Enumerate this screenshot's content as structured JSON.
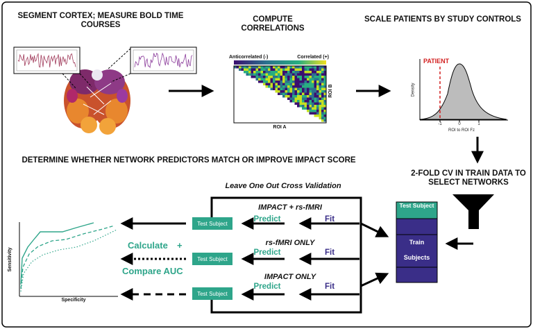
{
  "headings": {
    "segment": "SEGMENT CORTEX; MEASURE BOLD TIME COURSES",
    "correlations": "COMPUTE CORRELATIONS",
    "scale": "SCALE PATIENTS BY STUDY CONTROLS",
    "determine": "DETERMINE WHETHER NETWORK PREDICTORS MATCH OR IMPROVE IMPACT SCORE",
    "cv": "2-FOLD CV IN TRAIN DATA TO SELECT NETWORKS",
    "loocv": "Leave One Out Cross Validation"
  },
  "correlation_matrix": {
    "anticorrelated_label": "Anticorrelated (-)",
    "correlated_label": "Correlated (+)",
    "roi_a": "ROI A",
    "roi_b": "ROI B",
    "colors": [
      "#3b0f70",
      "#2c728e",
      "#28ae80",
      "#c8e020"
    ]
  },
  "density_plot": {
    "patient_label": "PATIENT",
    "ylabel": "Density",
    "xlabel": "ROI to ROI Fz",
    "ticks": [
      "-1",
      "0",
      "1"
    ]
  },
  "models": [
    {
      "name": "IMPACT + rs-fMRI",
      "predict": "Predict",
      "fit": "Fit",
      "subject": "Test Subject"
    },
    {
      "name": "rs-fMRI ONLY",
      "predict": "Predict",
      "fit": "Fit",
      "subject": "Test Subject"
    },
    {
      "name": "IMPACT ONLY",
      "predict": "Predict",
      "fit": "Fit",
      "subject": "Test Subject"
    }
  ],
  "split": {
    "test": "Test Subject",
    "train": "Train",
    "subjects": "Subjects"
  },
  "auc": {
    "calculate": "Calculate",
    "plus": "+",
    "compare": "Compare AUC"
  },
  "roc": {
    "xlabel": "Specificity",
    "ylabel": "Sensitivity"
  },
  "colors": {
    "green": "#2ea58a",
    "purple": "#3a2e88",
    "red": "#d21f1f"
  }
}
